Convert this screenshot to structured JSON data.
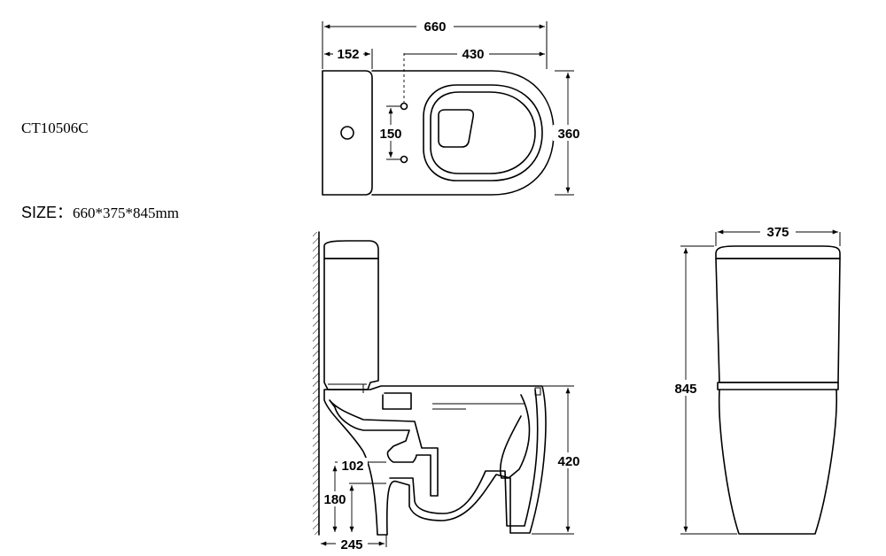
{
  "model_code": "CT10506C",
  "size": {
    "label": "SIZE：",
    "value": "660*375*845mm"
  },
  "dimensions": {
    "total_length": "660",
    "tank_depth": "152",
    "bowl_length": "430",
    "fixing_hole_spacing": "150",
    "bowl_width": "360",
    "width": "375",
    "height": "845",
    "seat_height": "420",
    "outlet_height_a": "102",
    "outlet_height_b": "180",
    "outlet_from_wall": "245"
  }
}
